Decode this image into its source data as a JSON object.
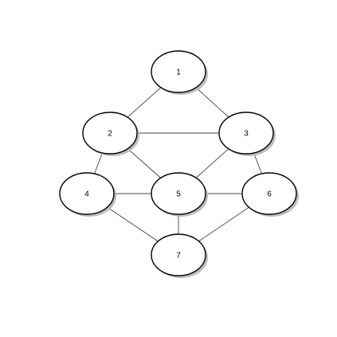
{
  "diagram": {
    "type": "undirected-graph",
    "nodes": [
      {
        "id": "n1",
        "label": "1"
      },
      {
        "id": "n2",
        "label": "2"
      },
      {
        "id": "n3",
        "label": "3"
      },
      {
        "id": "n4",
        "label": "4"
      },
      {
        "id": "n5",
        "label": "5"
      },
      {
        "id": "n6",
        "label": "6"
      },
      {
        "id": "n7",
        "label": "7"
      }
    ],
    "edges": [
      {
        "from": "n1",
        "to": "n2"
      },
      {
        "from": "n1",
        "to": "n3"
      },
      {
        "from": "n2",
        "to": "n3"
      },
      {
        "from": "n2",
        "to": "n4"
      },
      {
        "from": "n2",
        "to": "n5"
      },
      {
        "from": "n3",
        "to": "n5"
      },
      {
        "from": "n3",
        "to": "n6"
      },
      {
        "from": "n4",
        "to": "n5"
      },
      {
        "from": "n5",
        "to": "n6"
      },
      {
        "from": "n4",
        "to": "n7"
      },
      {
        "from": "n5",
        "to": "n7"
      },
      {
        "from": "n6",
        "to": "n7"
      }
    ],
    "colors": {
      "node_fill": "#ffffff",
      "node_stroke": "#000000",
      "node_shadow": "#bdbdbd",
      "edge": "#444444",
      "background": "#ffffff"
    }
  }
}
